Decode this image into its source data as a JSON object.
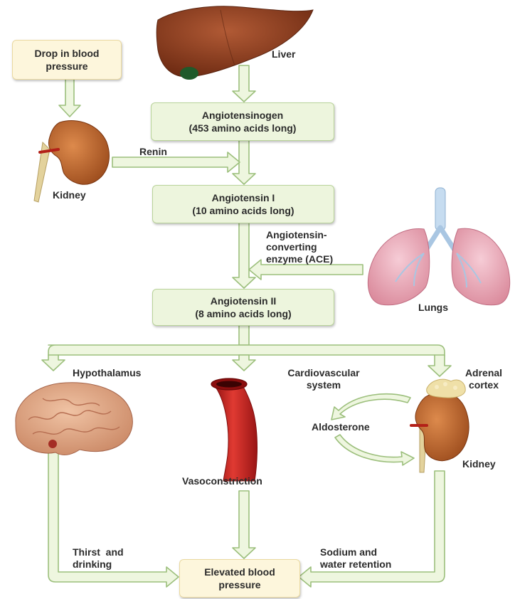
{
  "nodes": {
    "drop": {
      "line1": "Drop in blood",
      "line2": "pressure"
    },
    "angiotensinogen": {
      "line1": "Angiotensinogen",
      "line2": "(453 amino acids long)"
    },
    "angiotensin1": {
      "line1": "Angiotensin I",
      "line2": "(10 amino acids long)"
    },
    "angiotensin2": {
      "line1": "Angiotensin II",
      "line2": "(8 amino acids long)"
    },
    "elevated": {
      "line1": "Elevated blood",
      "line2": "pressure"
    }
  },
  "organs": {
    "liver": "Liver",
    "kidney_top": "Kidney",
    "lungs": "Lungs",
    "hypothalamus": "Hypothalamus",
    "cardiovascular": {
      "line1": "Cardiovascular",
      "line2": "system"
    },
    "adrenal": {
      "line1": "Adrenal",
      "line2": "cortex"
    },
    "kidney_bottom": "Kidney"
  },
  "labels": {
    "renin": "Renin",
    "ace": {
      "line1": "Angiotensin-",
      "line2": "converting",
      "line3": "enzyme (ACE)"
    },
    "aldosterone": "Aldosterone",
    "vasoconstriction": "Vasoconstriction",
    "thirst": {
      "line1": "Thirst  and",
      "line2": "drinking"
    },
    "sodium": {
      "line1": "Sodium and",
      "line2": "water retention"
    }
  },
  "colors": {
    "arrow_fill": "#eef6df",
    "arrow_stroke": "#9cbf7c",
    "box_fill": "#edf5dd",
    "yellow_box_fill": "#fdf6dc",
    "liver": "#8b3b1c",
    "kidney": "#c66a2e",
    "lungs": "#e9a3b3",
    "vessel": "#c61f1f",
    "brain": "#e0a583"
  }
}
